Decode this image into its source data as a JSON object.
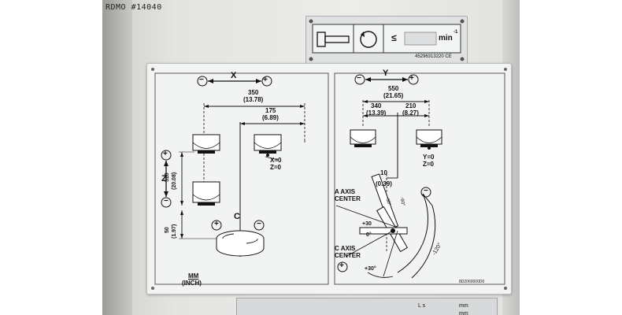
{
  "photo_id": "RDMO #14040",
  "spindle_plate": {
    "rpm_prefix": "≤",
    "rpm_unit": "min",
    "rpm_exp": "-1",
    "part_no": "45296313220  CE"
  },
  "x_axis": {
    "label": "X",
    "minus": "−",
    "plus": "+",
    "travel_mm": "350",
    "travel_in": "(13.78)",
    "offset_mm": "175",
    "offset_in": "(6.89)",
    "zero_x": "X=0",
    "zero_z": "Z=0"
  },
  "z_axis": {
    "label": "Z",
    "minus": "−",
    "plus": "+",
    "travel_mm": "510",
    "travel_in": "(20.08)",
    "low_mm": "50",
    "low_in": "(1.97)"
  },
  "c_axis_left": {
    "label": "C",
    "minus": "−",
    "plus": "+"
  },
  "units": {
    "mm": "MM",
    "inch": "(INCH)"
  },
  "y_axis": {
    "label": "Y",
    "minus": "−",
    "plus": "+",
    "travel_mm": "550",
    "travel_in": "(21.65)",
    "neg_mm": "340",
    "neg_in": "(13.39)",
    "pos_mm": "210",
    "pos_in": "(8.27)",
    "zero_y": "Y=0",
    "zero_z": "Z=0",
    "center_off_mm": "10",
    "center_off_in": "(0.39)"
  },
  "a_axis": {
    "label_line1": "A AXIS",
    "label_line2": "CENTER",
    "minus": "−",
    "angle_neg30": "-30°",
    "angle_neg90": "-90°",
    "angle_pos30": "+30",
    "angle_zero": "0°",
    "angle_neg120": "-120°"
  },
  "c_axis_right": {
    "label_line1": "C AXIS",
    "label_line2": "CENTER",
    "plus": "+",
    "angle_pos30": "+30°"
  },
  "plate_code": "8D2060000D0",
  "bottom_plate": {
    "unit1": "mm",
    "unit2": "mm",
    "prefix": "L s"
  }
}
